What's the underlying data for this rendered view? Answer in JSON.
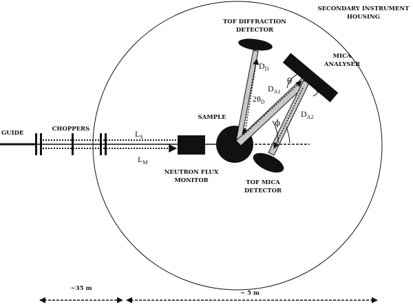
{
  "labels": {
    "secondary_housing_1": "SECONDARY INSTRUMENT",
    "secondary_housing_2": "HOUSING",
    "tof_diffraction_1": "TOF DIFFRACTION",
    "tof_diffraction_2": "DETECTOR",
    "mica_analyser_1": "MICA",
    "mica_analyser_2": "ANALYSER",
    "guide": "GUIDE",
    "choppers": "CHOPPERS",
    "sample": "SAMPLE",
    "neutron_flux_1": "NEUTRON FLUX",
    "neutron_flux_2": "MONITOR",
    "tof_mica_1": "TOF MICA",
    "tof_mica_2": "DETECTOR",
    "scale_left": "~35 m",
    "scale_right": "~ 5 m"
  },
  "symbols": {
    "L_S": {
      "base": "L",
      "sub": "S"
    },
    "L_M": {
      "base": "L",
      "sub": "M"
    },
    "D_D": {
      "base": "D",
      "sub": "D"
    },
    "D_A1": {
      "base": "D",
      "sub": "A1"
    },
    "D_A2": {
      "base": "D",
      "sub": "A2"
    },
    "two_theta_D": {
      "base": "2θ",
      "sub": "D"
    },
    "theta": "θ",
    "phi": "ϕ"
  },
  "colors": {
    "ink": "#111111",
    "beam_fill": "#c8c8c8"
  }
}
